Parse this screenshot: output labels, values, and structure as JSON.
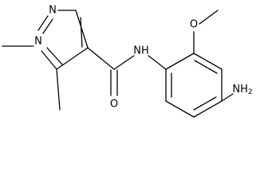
{
  "molecule": {
    "labels": {
      "n1": "N",
      "n2": "N",
      "o_carbonyl": "O",
      "nh": "NH",
      "o_methoxy": "O",
      "nh2": "NH",
      "nh2_sub": "2"
    },
    "colors": {
      "bond": "#000000",
      "text": "#000000",
      "background": "#ffffff"
    }
  }
}
